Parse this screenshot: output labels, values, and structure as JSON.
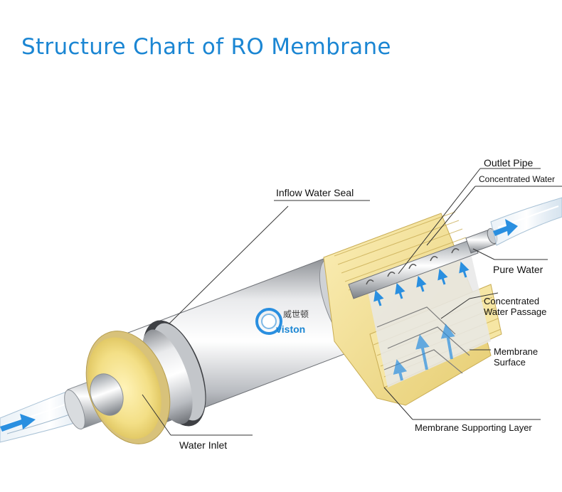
{
  "title": "Structure Chart of RO Membrane",
  "logo": {
    "chinese": "威世顿",
    "brand": "viston"
  },
  "labels": {
    "outlet_pipe": "Outlet Pipe",
    "concentrated_water": "Concentrated Water",
    "inflow_water_seal": "Inflow Water Seal",
    "pure_water": "Pure Water",
    "concentrated_water_passage_1": "Concentrated",
    "concentrated_water_passage_2": "Water Passage",
    "membrane_surface_1": "Membrane",
    "membrane_surface_2": "Surface",
    "membrane_supporting_layer": "Membrane Supporting Layer",
    "water_inlet": "Water Inlet"
  },
  "colors": {
    "title": "#1b86d3",
    "accent_blue": "#2a8fe0",
    "membrane_yellow": "#f2dc8a"
  }
}
